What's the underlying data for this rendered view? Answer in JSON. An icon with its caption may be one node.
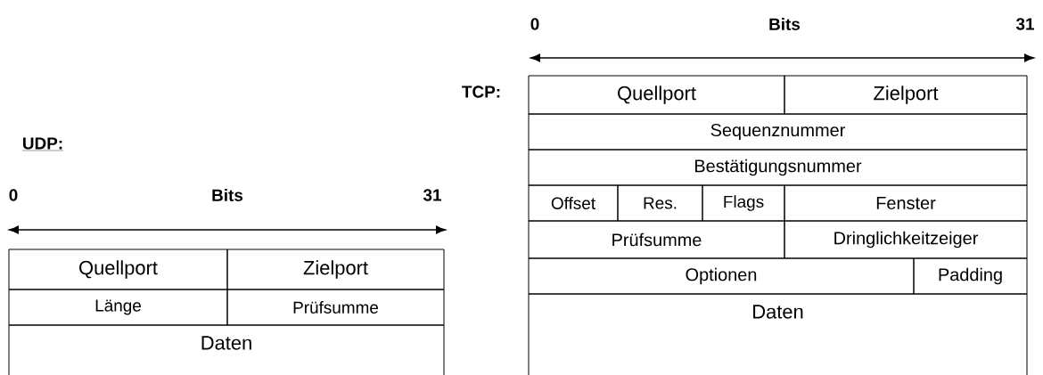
{
  "diagram": {
    "nodes": [
      {
        "text": [
          "Quellport"
        ]
      },
      {
        "text": [
          "Zielport"
        ]
      },
      {
        "text": [
          "Sequenznummer"
        ]
      },
      {
        "text": [
          "Bestätigungsnummer"
        ]
      },
      {
        "text": [
          "Offset"
        ]
      },
      {
        "text": [
          "Res."
        ]
      },
      {
        "text": [
          "Flags"
        ]
      },
      {
        "text": [
          "Fenster"
        ]
      },
      {
        "text": [
          "Prüfsumme"
        ]
      },
      {
        "text": [
          "Dringlichkeitzeiger"
        ]
      },
      {
        "text": [
          "Optionen"
        ]
      },
      {
        "text": [
          "Padding"
        ]
      },
      {
        "text": [
          "Daten"
        ]
      },
      {
        "text": [
          "Quellport"
        ]
      },
      {
        "text": [
          "Zielport"
        ]
      },
      {
        "text": [
          "Länge"
        ]
      },
      {
        "text": [
          "Prüfsumme"
        ]
      },
      {
        "text": [
          "Daten"
        ]
      }
    ],
    "labels": [
      "0",
      "Bits",
      "31",
      "TCP:",
      "UDP:",
      "0",
      "Bits",
      "31"
    ]
  }
}
